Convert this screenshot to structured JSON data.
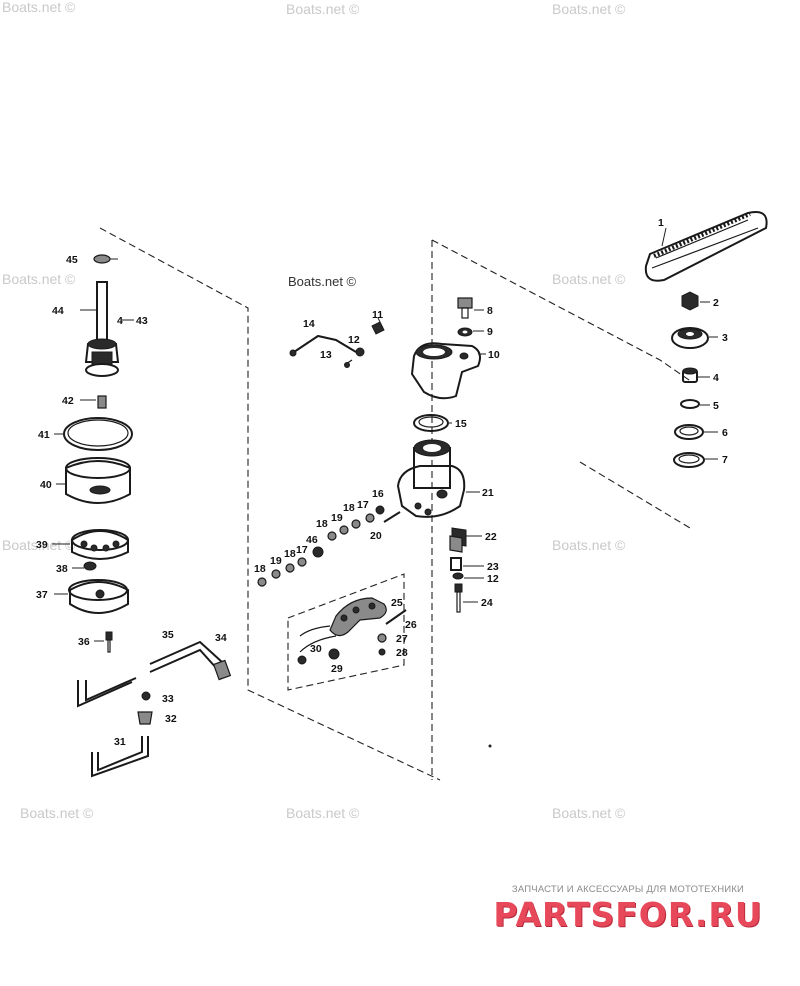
{
  "watermarks": {
    "dark": "Boats.net ©",
    "light": "Boats.net ©"
  },
  "parts": {
    "1": "1",
    "2": "2",
    "3": "3",
    "4": "4",
    "5": "5",
    "6": "6",
    "7": "7",
    "8": "8",
    "9": "9",
    "10": "10",
    "11": "11",
    "12": "12",
    "13": "13",
    "14": "14",
    "15": "15",
    "16": "16",
    "17": "17",
    "18": "18",
    "19": "19",
    "20": "20",
    "21": "21",
    "22": "22",
    "23": "23",
    "24": "24",
    "25": "25",
    "26": "26",
    "27": "27",
    "28": "28",
    "29": "29",
    "30": "30",
    "31": "31",
    "32": "32",
    "33": "33",
    "34": "34",
    "35": "35",
    "36": "36",
    "37": "37",
    "38": "38",
    "39": "39",
    "40": "40",
    "41": "41",
    "42": "42",
    "43": "43",
    "44": "44",
    "45": "45",
    "46": "46"
  },
  "banner": {
    "tagline": "ЗАПЧАСТИ И АКСЕССУАРЫ ДЛЯ МОТОТЕХНИКИ",
    "logo": "PARTSFOR.RU"
  },
  "colors": {
    "logo": "#e8495a",
    "ink": "#1a1a1a"
  }
}
